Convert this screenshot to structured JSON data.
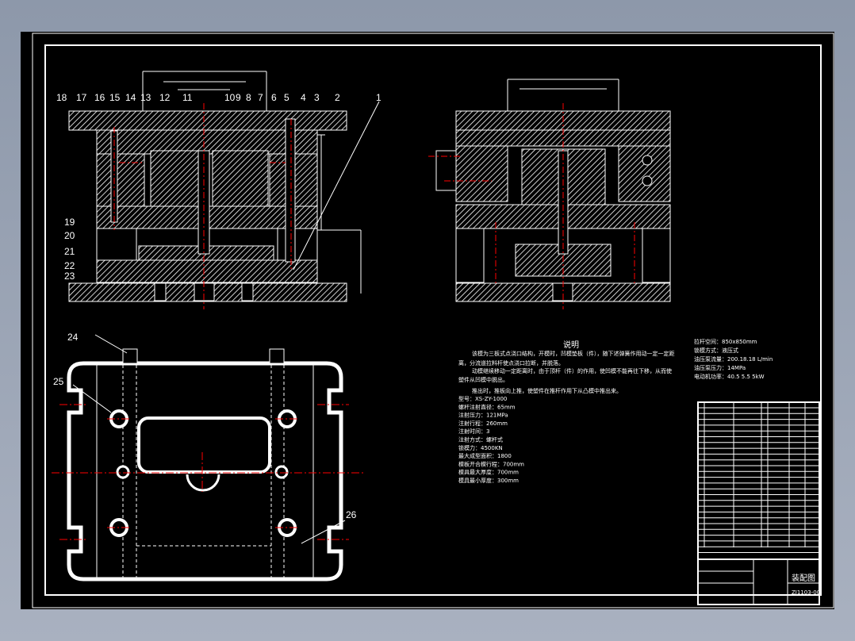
{
  "drawing": {
    "part_numbers": [
      "1",
      "2",
      "3",
      "4",
      "5",
      "6",
      "7",
      "8",
      "9",
      "10",
      "11",
      "12",
      "13",
      "14",
      "15",
      "16",
      "17",
      "18",
      "19",
      "20",
      "21",
      "22",
      "23",
      "24",
      "25",
      "26"
    ],
    "notes_title": "说明",
    "notes": [
      "该模为三板式点浇口结构，开模时，凹模垫板（件），随下述弹簧作用动一定一定距",
      "离，分流道拉料杆使点浇口拉断，并脱落。",
      "动模继续移动一定距离时，由于顶杆（件）的作用，使凹模不能再往下移，从而使",
      "塑件从凹模中脱出。",
      "推出时，推板向上推，使塑件在推杆作用下从凸模中推出来。"
    ],
    "machine_specs": [
      "型号：XS-ZY-1000",
      "螺杆注射直径：65mm",
      "注射压力：121MPa",
      "注射行程：260mm",
      "注射时间：3",
      "注射方式：螺杆式",
      "锁模力：4500KN",
      "最大成型面积：1800",
      "模板开合模行程：700mm",
      "模具最大厚度：700mm",
      "模具最小厚度：300mm"
    ],
    "machine_specs_right": [
      "拉杆空间：850x850mm",
      "锁模方式：液压式",
      "油压泵流量：200.18.18 L/min",
      "油压泵压力：14MPa",
      "电动机功率：40.5 5.5 5kW"
    ],
    "title_block": {
      "drawing_name": "装配图",
      "drawing_number": "ZJ1103-00"
    }
  },
  "colors": {
    "background": "#000000",
    "lines": "#ffffff",
    "centerlines": "#ff0000"
  }
}
